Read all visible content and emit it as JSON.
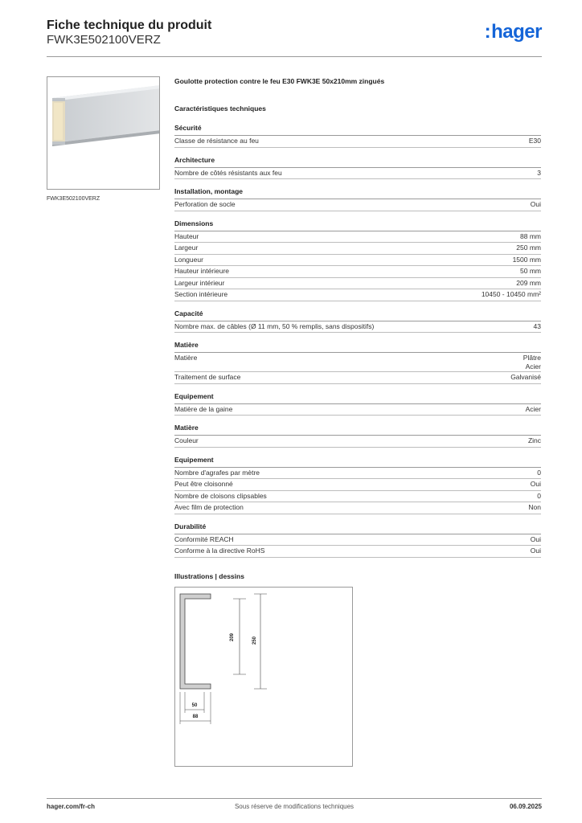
{
  "header": {
    "title": "Fiche technique du produit",
    "reference": "FWK3E502100VERZ",
    "logo_text": "hager",
    "logo_color": "#1565d8"
  },
  "photo_caption": "FWK3E502100VERZ",
  "product_name": "Goulotte protection contre le feu E30 FWK3E 50x210mm zingués",
  "tech_title": "Caractéristiques techniques",
  "sections": [
    {
      "title": "Sécurité",
      "rows": [
        {
          "label": "Classe de résistance au feu",
          "value": "E30"
        }
      ]
    },
    {
      "title": "Architecture",
      "rows": [
        {
          "label": "Nombre de côtés résistants aux feu",
          "value": "3"
        }
      ]
    },
    {
      "title": "Installation, montage",
      "rows": [
        {
          "label": "Perforation de socle",
          "value": "Oui"
        }
      ]
    },
    {
      "title": "Dimensions",
      "rows": [
        {
          "label": "Hauteur",
          "value": "88 mm"
        },
        {
          "label": "Largeur",
          "value": "250 mm"
        },
        {
          "label": "Longueur",
          "value": "1500 mm"
        },
        {
          "label": "Hauteur intérieure",
          "value": "50 mm"
        },
        {
          "label": "Largeur intérieur",
          "value": "209 mm"
        },
        {
          "label": "Section intérieure",
          "value": "10450 - 10450 mm²"
        }
      ]
    },
    {
      "title": "Capacité",
      "rows": [
        {
          "label": "Nombre max. de câbles (Ø 11 mm, 50 % remplis, sans dispositifs)",
          "value": "43"
        }
      ]
    },
    {
      "title": "Matière",
      "rows": [
        {
          "label": "Matière",
          "value": "Plâtre",
          "value2": "Acier"
        },
        {
          "label": "Traitement de surface",
          "value": "Galvanisé"
        }
      ]
    },
    {
      "title": "Equipement",
      "rows": [
        {
          "label": "Matière de la gaine",
          "value": "Acier"
        }
      ]
    },
    {
      "title": "Matière",
      "rows": [
        {
          "label": "Couleur",
          "value": "Zinc"
        }
      ]
    },
    {
      "title": "Equipement",
      "rows": [
        {
          "label": "Nombre d'agrafes par mètre",
          "value": "0"
        },
        {
          "label": "Peut être cloisonné",
          "value": "Oui"
        },
        {
          "label": "Nombre de cloisons clipsables",
          "value": "0"
        },
        {
          "label": "Avec film de protection",
          "value": "Non"
        }
      ]
    },
    {
      "title": "Durabilité",
      "rows": [
        {
          "label": "Conformité REACH",
          "value": "Oui"
        },
        {
          "label": "Conforme à la directive RoHS",
          "value": "Oui"
        }
      ]
    }
  ],
  "illustrations_title": "Illustrations | dessins",
  "drawing": {
    "dim_inner_height": "209",
    "dim_outer_height": "250",
    "dim_inner_width": "50",
    "dim_outer_width": "88"
  },
  "footer": {
    "website": "hager.com/fr-ch",
    "disclaimer": "Sous réserve de modifications techniques",
    "date": "06.09.2025"
  }
}
